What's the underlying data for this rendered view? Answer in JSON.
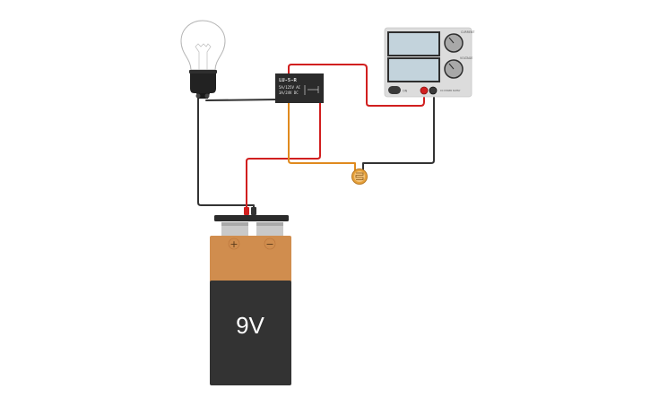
{
  "battery": {
    "voltage_label": "9V",
    "plus_symbol": "+",
    "minus_symbol": "−",
    "top_color": "#d08d4e",
    "body_color": "#333333"
  },
  "relay": {
    "model": "LU-5-R",
    "rating_ac": "5A/125V AC",
    "rating_dc": "3A/24V DC",
    "body_color": "#2b2b2b"
  },
  "power_supply": {
    "on_label": "ON",
    "knob1_label": "CURRENT",
    "knob2_label": "VOLTAGE",
    "brand_label": "DC POWER SUPPLY",
    "body_color": "#dcdcdc",
    "screen_color": "#c3d3dc"
  },
  "components": {
    "bulb": "light-bulb",
    "sensor": "photoresistor"
  },
  "wires": {
    "red": "#d11f1f",
    "black": "#333333",
    "orange": "#e08a1e"
  }
}
